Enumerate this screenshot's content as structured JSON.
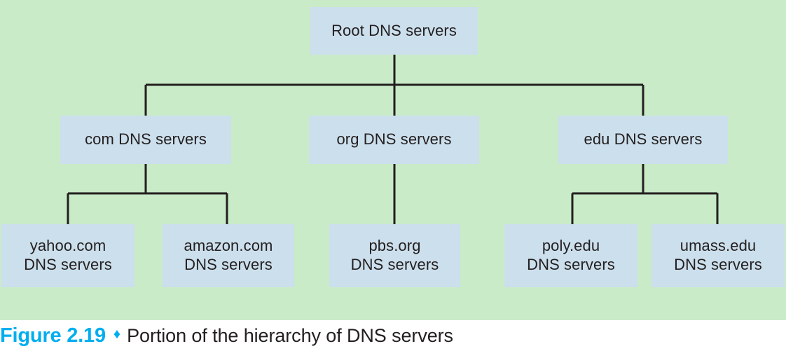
{
  "figure": {
    "label": "Figure 2.19",
    "diamond": "♦",
    "caption": "Portion of the hierarchy of DNS servers",
    "label_color": "#00aeef",
    "caption_color": "#231f20"
  },
  "canvas": {
    "background_color": "#c9ebc8",
    "node_fill_color": "#ccdfec",
    "connector_color": "#231f20",
    "page_background_color": "#ffffff"
  },
  "diagram": {
    "type": "tree",
    "title": "Portion of the hierarchy of DNS servers",
    "levels": [
      {
        "name": "root",
        "nodes": [
          {
            "id": "root",
            "line1": "Root DNS servers",
            "line2": ""
          }
        ]
      },
      {
        "name": "top-level-domain",
        "nodes": [
          {
            "id": "com",
            "line1": "com DNS servers",
            "line2": ""
          },
          {
            "id": "org",
            "line1": "org DNS servers",
            "line2": ""
          },
          {
            "id": "edu",
            "line1": "edu DNS servers",
            "line2": ""
          }
        ]
      },
      {
        "name": "authoritative",
        "nodes": [
          {
            "id": "yahoo",
            "line1": "yahoo.com",
            "line2": "DNS servers"
          },
          {
            "id": "amazon",
            "line1": "amazon.com",
            "line2": "DNS servers"
          },
          {
            "id": "pbs",
            "line1": "pbs.org",
            "line2": "DNS servers"
          },
          {
            "id": "poly",
            "line1": "poly.edu",
            "line2": "DNS servers"
          },
          {
            "id": "umass",
            "line1": "umass.edu",
            "line2": "DNS servers"
          }
        ]
      }
    ],
    "edges": [
      {
        "from": "root",
        "to": "com"
      },
      {
        "from": "root",
        "to": "org"
      },
      {
        "from": "root",
        "to": "edu"
      },
      {
        "from": "com",
        "to": "yahoo"
      },
      {
        "from": "com",
        "to": "amazon"
      },
      {
        "from": "org",
        "to": "pbs"
      },
      {
        "from": "edu",
        "to": "poly"
      },
      {
        "from": "edu",
        "to": "umass"
      }
    ]
  }
}
